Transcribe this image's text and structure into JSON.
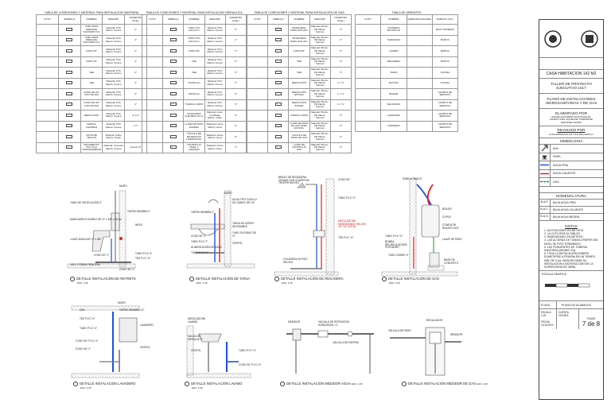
{
  "tables": {
    "sanitaria": {
      "title": "TABLA DE CONEXIONES Y MATERIAL PARA INSTALACION SANITARIA",
      "headers": [
        "FOTO",
        "SIMBOLO",
        "NOMBRE",
        "DESCRIP.",
        "DIAMETRO (Pulg.)"
      ],
      "rows": [
        {
          "nombre": "TUBO PARA DRENAJE SANITARIO 6m",
          "descrip": "Material: PVC Marca: Cresco",
          "diam": "2\""
        },
        {
          "nombre": "TUBO PARA DRENAJE SANITARIO 6m",
          "descrip": "Material: PVC Marca: Cresco",
          "diam": "4\""
        },
        {
          "nombre": "CODO 45°",
          "descrip": "Material: PVC Marca: Cresco",
          "diam": "2\""
        },
        {
          "nombre": "CODO 45°",
          "descrip": "Material: PVC Marca: Cresco",
          "diam": "4\""
        },
        {
          "nombre": "YEE",
          "descrip": "Material: PVC Marca: Cresco",
          "diam": "2\""
        },
        {
          "nombre": "YEE",
          "descrip": "Material: PVC Marca: Cresco",
          "diam": "4\""
        },
        {
          "nombre": "CODO DE 90° CON SALIDA",
          "descrip": "Material: PVC Marca: Cresco",
          "diam": "2\""
        },
        {
          "nombre": "CODO DE 90° CON SALIDA",
          "descrip": "Material: PVC Marca: Cresco",
          "diam": "4\""
        },
        {
          "nombre": "REDUCCION",
          "descrip": "Material: PVC Marca: Cresco",
          "diam": "4\" a 2\""
        },
        {
          "nombre": "CESPOL FLEXIBLE",
          "descrip": "Material: PVC Marca: Cresco",
          "diam": "1 ½\""
        },
        {
          "nombre": "CINTA DE TEFLON",
          "descrip": "Material: Teflon Marca: Truper",
          "diam": ""
        },
        {
          "nombre": "PEGAMENTO PVC 25 gr TRANSPARENTE",
          "descrip": "Material: Cemento Marca: Cresco",
          "diam": "Cement 6\""
        }
      ]
    },
    "hidraulica": {
      "title": "TABLA DE CONEXIONES Y MATERIAL PARA INSTALACION HIDRAULICA",
      "headers": [
        "FOTO",
        "SIMBOLO",
        "NOMBRE",
        "DESCRIP.",
        "DIAMETRO (Pulg.)"
      ],
      "rows": [
        {
          "nombre": "TUBO PVC AGUA 6 m",
          "descrip": "Material: PVC Marca: Cresco",
          "diam": "½\""
        },
        {
          "nombre": "TUBO PVC AGUA 6 m",
          "descrip": "Material: PVC Marca: Cresco",
          "diam": "¾\""
        },
        {
          "nombre": "CODO 90°",
          "descrip": "Material: PVC Marca: Cresco",
          "diam": "½\""
        },
        {
          "nombre": "TEE",
          "descrip": "Material: PVC Marca: Cresco",
          "diam": "½\""
        },
        {
          "nombre": "TEE",
          "descrip": "Material: PVC Marca: Cresco",
          "diam": "½\""
        },
        {
          "nombre": "COPLE liso",
          "descrip": "Material: PVC Marca: Cresco",
          "diam": "½\""
        },
        {
          "nombre": "NIPLE liso",
          "descrip": "Material: PVC Marca: Cresco",
          "diam": "½\""
        },
        {
          "nombre": "TUERCA UNIÓN",
          "descrip": "Material: PVC Marca: Cresco",
          "diam": "½\""
        },
        {
          "nombre": "MANGUERA FLEXIBLE 40 cm",
          "descrip": "Material: Acero inoxidable Marca: Coflex",
          "diam": "½\""
        },
        {
          "nombre": "LLAVE DE PASO ESFERA",
          "descrip": "Material: Cobre Marca: Urrea",
          "diam": "½\""
        },
        {
          "nombre": "VÁLVULA DE RETENCIÓN HORIZONTAL",
          "descrip": "Material: Cobre Marca: Urrea",
          "diam": "½\""
        },
        {
          "nombre": "CONTROL P/ NIVEL Y LLENADO",
          "descrip": "Material: Cobre Marca: Urrea",
          "diam": "½\""
        }
      ]
    },
    "gas": {
      "title": "TABLA DE CONEXIONES Y MATERIAL PARA INSTALACIÓN DE GAS",
      "headers": [
        "FOTO",
        "SIMBOLO",
        "NOMBRE",
        "DESCRIP.",
        "DIAMETRO (Pulg.)"
      ],
      "rows": [
        {
          "nombre": "MANGUERA PARA GAS 20m",
          "descrip": "Material: PE-AL-PE Marca: Surman",
          "diam": "½\""
        },
        {
          "nombre": "MANGUERA PARA GAS 20m",
          "descrip": "Material: PE-AL-PE Marca: Surman",
          "diam": "¾\""
        },
        {
          "nombre": "CODO 90°",
          "descrip": "Material: PE-AL-PE Marca: Surman",
          "diam": "½\""
        },
        {
          "nombre": "TEE",
          "descrip": "Material: PE-AL-PE Marca: Surman",
          "diam": "½\""
        },
        {
          "nombre": "TEE",
          "descrip": "Material: PE-AL-PE Marca: Surman",
          "diam": "½\""
        },
        {
          "nombre": "REDUCCIÓN",
          "descrip": "Material: PE-AL-PE Marca: Surman",
          "diam": "¾ x ½\""
        },
        {
          "nombre": "REDUCCIÓN ESTUFA",
          "descrip": "Material: PE-AL-PE Marca: Surman",
          "diam": "¾ x ½\""
        },
        {
          "nombre": "REDUCCIÓN BOILER",
          "descrip": "Material: PE-AL-PE Marca: Surman",
          "diam": "¾ x ½\""
        },
        {
          "nombre": "TUERCA UNIÓN",
          "descrip": "Material: PE-AL-PE Marca: Surman",
          "diam": "½\""
        },
        {
          "nombre": "LLAVE DE PASO DE GAS PARA ESTUFA",
          "descrip": "Material: PE-AL-PE Marca: Surman",
          "diam": "½\""
        },
        {
          "nombre": "VÁLVULA DE PASO DE GAS",
          "descrip": "Material: PE-AL-PE Marca: Surman",
          "diam": "½\""
        },
        {
          "nombre": "LLAVE DE CONTROL P/ GAS",
          "descrip": "Material: PE-AL-PE Marca: Surman",
          "diam": "½\""
        }
      ]
    },
    "aparatos": {
      "title": "TABLA DE APARATOS",
      "headers": [
        "FOTO",
        "NOMBRE",
        "ESPECIFICACIONES",
        "ESPACIO (Ubi.)"
      ],
      "rows": [
        {
          "nombre": "CISTERNA ROTOPLAS",
          "espacio": "BAJO TRASERO"
        },
        {
          "nombre": "SANITARIO",
          "espacio": "BAÑOS"
        },
        {
          "nombre": "LAVABO",
          "espacio": "BAÑOS"
        },
        {
          "nombre": "REGADERA",
          "espacio": "BAÑOS"
        },
        {
          "nombre": "TARJA",
          "espacio": "COCINA"
        },
        {
          "nombre": "ESTUFA",
          "espacio": "COCINA"
        },
        {
          "nombre": "BOILER",
          "espacio": "CUARTO DE SERVICIO"
        },
        {
          "nombre": "SECADORA",
          "espacio": "CUARTO DE SERVICIO"
        },
        {
          "nombre": "LAVADORA",
          "espacio": "CUARTO DE SERVICIO"
        },
        {
          "nombre": "LAVADERO",
          "espacio": "CUARTO DE SERVICIO"
        }
      ]
    }
  },
  "details": [
    {
      "title": "DETALLE INSTALACIÓN DE RETRETE",
      "scale": "ESC. 1:25",
      "labels": [
        "MURO",
        "TUBO DE VENTILACIÓN 2\"",
        "TAPÓN HEMBRA 2\"",
        "MANGUERA FLEXIBLE DE ½\" x 3/8\" x 35 cm",
        "NIPLE",
        "LLAVE ANGULAR ½\" x 3/8\"",
        "CODO 90° 2\"",
        "TUBO P.V.C 4\"",
        "TEE P.V.C ½\"",
        "VÁLV. FORMA PRINCIPAL",
        "CODO 45° 4\""
      ]
    },
    {
      "title": "DETALLE INSTALACIÓN DE TARJA",
      "scale": "ESC. 1:25",
      "labels": [
        "TAPÓN HEMBRA 2\"",
        "CODO 90° 2\"",
        "TUBO P.V.C 2\"",
        "ALIMENTACIÓN DE AGUA",
        "TUBO P.V.C ½\"",
        "ALIMENTACIÓN DE TARJA",
        "AGUA TIPO CUELLO DE GANSO DE 1/4\"",
        "TARJA DE ACERO INOXIDABLE",
        "TUBO FLEXIBLE DE ½\"",
        "CESPOL",
        "MURO",
        "LOSA"
      ]
    },
    {
      "title": "DETALLE INSTALACIÓN DE REGADERA",
      "scale": "ESC. 1:25",
      "labels": [
        "BRAZO DE REGADERA CROMO CON CHAPETON TRUPER HELVEX",
        "CODO 90°",
        "TUBO P.V.C ½\"",
        "MEZCLADORA MONOMANDO HELVEX 1/2\" DE LATON",
        "TEE P.V.C ½\"",
        "COLADERA 2A PISO HELVEX"
      ]
    },
    {
      "title": "DETALLE INSTALACIÓN DE GAS",
      "scale": "ESC. 1:25",
      "labels": [
        "SUBE A TINACO",
        "BOILER",
        "COPLE",
        "CONEXIÓN BOILER-FLEX",
        "TUBO P.V.C ½\"",
        "BOMBA RECIRCULADORA POR MURO",
        "LLAVE DE PASO",
        "TUBO COBRE ½\"",
        "BASE DE CONCRETO"
      ]
    },
    {
      "title": "DETALLE INSTALACIÓN LAVADERO",
      "scale": "ESC. 1:25",
      "labels": [
        "MURO",
        "CEA",
        "TAPÓN HEMBRA 1/2\"",
        "TEE P.V.C ½\"",
        "TUBO P.V.C ½\"",
        "CODO 90° P.V.C ½\"",
        "CODO 45° 2\"",
        "LAVADERO",
        "CESPOL"
      ]
    },
    {
      "title": "DETALLE INSTALACIÓN LAVABO",
      "scale": "ESC. 1:25",
      "labels": [
        "MEZCLADORA LAVABO",
        "SALIDA DE DRENAJE 2\"",
        "CESPOL",
        "TUBO P.V.C ½\"",
        "CODO 90° P.V.C ½\""
      ]
    },
    {
      "title": "DETALLE INSTALACIÓN MEDIDOR AGUA",
      "scale": "ESC. 1:25",
      "labels": [
        "MEDIDOR",
        "VÁLVULA DE RETENCIÓN HORIZONTAL ¾\"",
        "VÁLVULA DE ESFERA"
      ]
    },
    {
      "title": "DETALLE INSTALACIÓN MEDIDOR DE GAS",
      "scale": "ESC. 1:25",
      "labels": [
        "REGULADOR",
        "VÁLVULA DE PASO",
        "MEDIDOR"
      ]
    }
  ],
  "titleblock": {
    "project": "CASA HABITACION 142 M2",
    "workshop": "TALLER DE PROYECTO EJECUTIVO 1017",
    "plan": "PLANO DE INSTALACIONES HIDROSANITARIAS Y DE GAS",
    "elaborado_title": "ELABORADO POR",
    "elaborado": "RAFAEL ALEJANDRO DIAZ ROSALES 2191815 ITZEL JAQUELINE TURRUBIATE MARTINEZ 2191819",
    "revisado_title": "REVISADO POR",
    "revisado": "ALDO EMMANUEL DE LUNA DELGADILLO",
    "simbologia_title": "SIMBOLOGIA",
    "simbologia": [
      {
        "icon": "north-arrow",
        "label": "ALB"
      },
      {
        "icon": "level-mark",
        "label": "NIVEL"
      },
      {
        "icon": "line-fria",
        "color": "#1f4fe0",
        "label": "AGUA FRIA"
      },
      {
        "icon": "line-caliente",
        "color": "#e02020",
        "label": "AGUA CALIENTE"
      },
      {
        "icon": "line-gas",
        "color": "#1a9a2a",
        "label": "GAS"
      }
    ],
    "nomenclatura_title": "NOMENCLATURA",
    "nomenclatura": [
      {
        "k": "B.A.F.",
        "v": "BAJA AGUA FRIA"
      },
      {
        "k": "B.A.C.",
        "v": "BAJA AGUA CALIENTE"
      },
      {
        "k": "B.A.N.",
        "v": "BAJA AGUA NEGRA"
      }
    ],
    "notas_title": "NOTAS",
    "notas": [
      "1.  ACOTACIONES EN METROS.",
      "2.  LA COTA RIGE AL DIBUJO.",
      "3.  DIMENSIONES EN METROS.",
      "4.  LAS ALTURAS DE TOMAS A PARTIR DEL NIVEL DE PISO TERMINADO.",
      "5.  LAS PENDIENTES DE TUBERIA SANITARIA (MINIMO 2%).",
      "6.  TODA LA INSTALACIÓN DEBERÁ SOMETERSE A PRUEBA EN UN TIEMPO MIN. DE 3 hrs. PARA REVISAR SU INSTALACIÓN A SATISFACCIÓN DE LA SUPERVISIÓN DE OBRA."
    ],
    "escala_title": "ESCALA GRAFICA",
    "plano_label": "PLANO",
    "plano_name": "PLANO DE ACABADOS",
    "escala_label": "ESCALA",
    "escala_value": "1:25",
    "cuenta_label": "CUENTA",
    "cuenta_value": "2191815",
    "fecha_label": "FECHA",
    "fecha_value": "11/11/2023",
    "sheet_label": "PLANO",
    "sheet": "7 de 8"
  }
}
